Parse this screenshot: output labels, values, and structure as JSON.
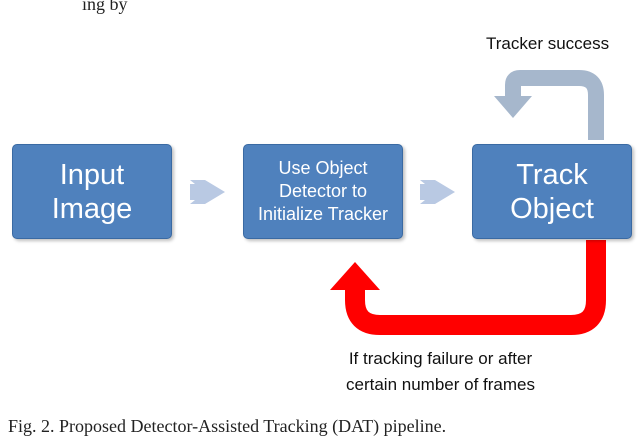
{
  "top_fragment": "ing by",
  "boxes": {
    "input": "Input\nImage",
    "detector": "Use Object\nDetector to\nInitialize Tracker",
    "track": "Track\nObject"
  },
  "notes": {
    "success": "Tracker success",
    "failure_line1": "If tracking failure or after",
    "failure_line2": "certain number of frames"
  },
  "caption": "Fig. 2. Proposed Detector-Assisted Tracking (DAT) pipeline.",
  "colors": {
    "box_fill": "#4f81bd",
    "chevron": "#b9c9e3",
    "success_arrow": "#a6b7cc",
    "failure_arrow": "#ff0000"
  }
}
